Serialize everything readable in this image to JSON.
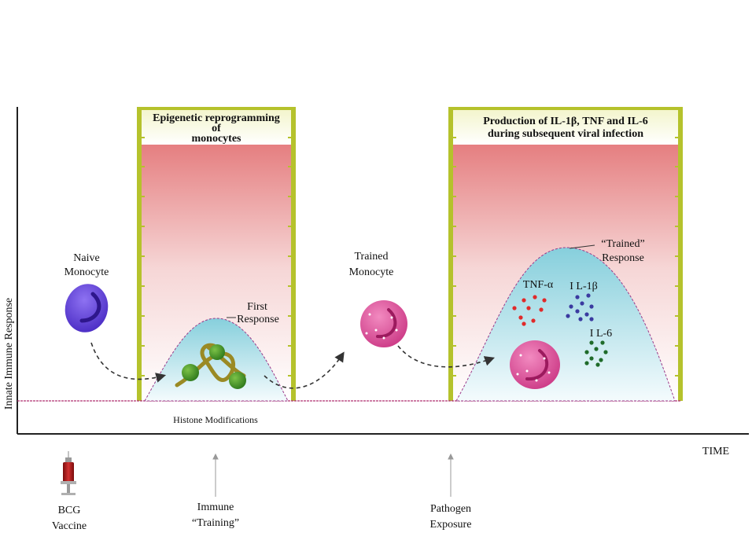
{
  "panel_left": {
    "title_line1": "Epigenetic reprogramming",
    "title_line2": "of",
    "title_line3": "monocytes"
  },
  "panel_right": {
    "title_line1": "Production of IL-1β, TNF and IL-6",
    "title_line2": "during subsequent viral infection"
  },
  "labels": {
    "naive_line1": "Naive",
    "naive_line2": "Monocyte",
    "trained_line1": "Trained",
    "trained_line2": "Monocyte",
    "first_line1": "First",
    "first_line2": "Response",
    "trained_resp_line1": "“Trained”",
    "trained_resp_line2": "Response",
    "tnf": "TNF-α",
    "il1b": "I L-1β",
    "il6": "I L-6",
    "histone": "Histone Modifications",
    "y_axis": "Innate Immune Response",
    "x_axis": "TIME"
  },
  "events": {
    "bcg_line1": "BCG",
    "bcg_line2": "Vaccine",
    "training_line1": "Immune",
    "training_line2": "“Training”",
    "pathogen_line1": "Pathogen",
    "pathogen_line2": "Exposure"
  },
  "colors": {
    "panel_border": "#b5c22c",
    "panel_top": "#e06466",
    "bell_fill": "#8fd3de",
    "naive_cell": "#6a48e0",
    "trained_cell": "#e0559e",
    "tnf_dots": "#e02a2a",
    "il1b_dots": "#3a3aa0",
    "il6_dots": "#1f6b2a",
    "baseline": "#b03070"
  }
}
